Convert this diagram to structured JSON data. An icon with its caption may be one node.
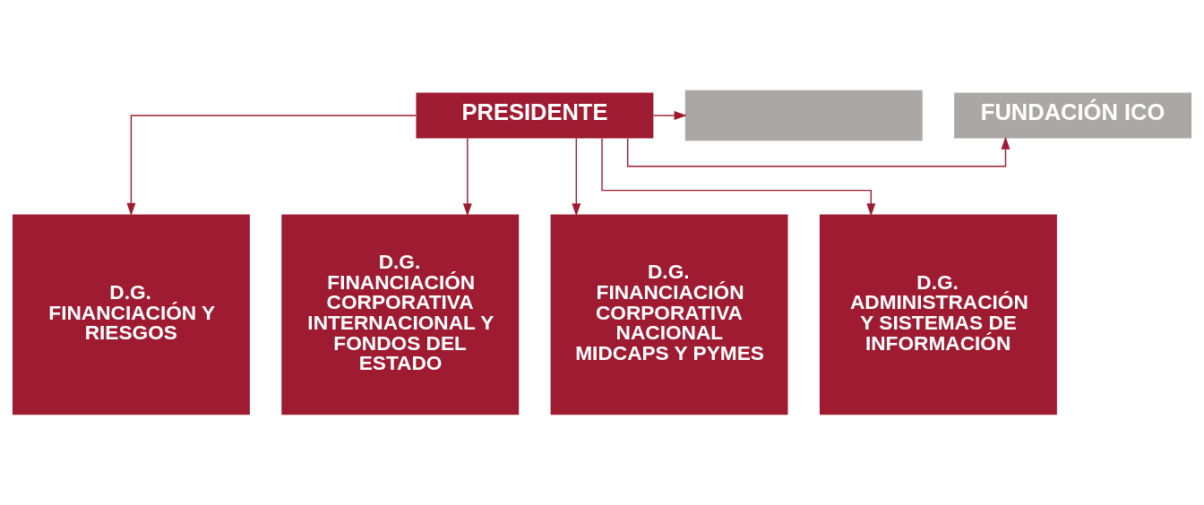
{
  "diagram": {
    "nodes": [
      {
        "text": [
          "PRESIDENTE"
        ]
      },
      {
        "text": [
          "FUNDACIÓN ICO"
        ]
      },
      {
        "text": [],
        "shape": "box"
      },
      {
        "text": [
          "D.G. FINANCIACIÓN Y RIESGOS"
        ]
      },
      {
        "text": [
          "D.G. FINANCIACIÓN CORPORATIVA INTERNACIONAL Y FONDOS DEL ESTADO"
        ]
      },
      {
        "text": [
          "D.G. FINANCIACIÓN CORPORATIVA NACIONAL MIDCAPS Y PYMES"
        ]
      },
      {
        "text": [
          "D.G. ADMINISTRACIÓN Y SISTEMAS DE INFORMACIÓN"
        ]
      }
    ],
    "edges": [
      {
        "from": 0,
        "to": 1,
        "arrow": "to"
      },
      {
        "from": 0,
        "to": 2,
        "arrow": "to"
      },
      {
        "from": 0,
        "to": 3,
        "arrow": "to"
      },
      {
        "from": 0,
        "to": 4,
        "arrow": "to"
      },
      {
        "from": 0,
        "to": 5,
        "arrow": "to"
      },
      {
        "from": 0,
        "to": 6,
        "arrow": "to"
      }
    ]
  }
}
